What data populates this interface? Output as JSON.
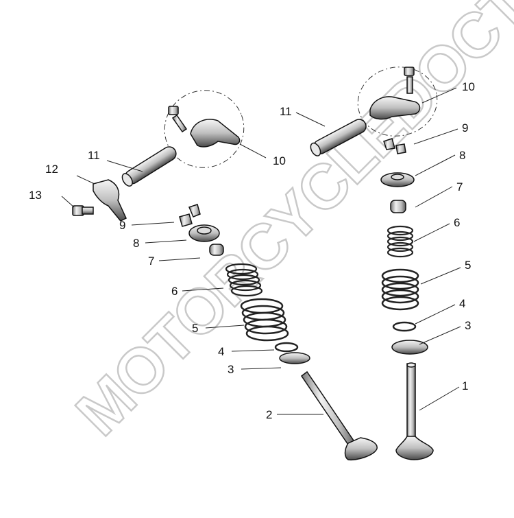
{
  "watermark": "MOTORCYCLEDOCTOR",
  "callouts": {
    "right_valve": "1",
    "left_valve": "2",
    "right_seat_3": "3",
    "right_washer_4": "4",
    "right_spring_5": "5",
    "right_spring_6": "6",
    "right_seal_7": "7",
    "right_retainer_8": "8",
    "right_cotter_9": "9",
    "right_rocker_10": "10",
    "right_shaft_11": "11",
    "left_seat_3": "3",
    "left_washer_4": "4",
    "left_spring_5": "5",
    "left_spring_6": "6",
    "left_seal_7": "7",
    "left_retainer_8": "8",
    "left_cotter_9": "9",
    "left_rocker_10": "10",
    "left_shaft_11": "11",
    "plate_12": "12",
    "bolt_13": "13"
  }
}
